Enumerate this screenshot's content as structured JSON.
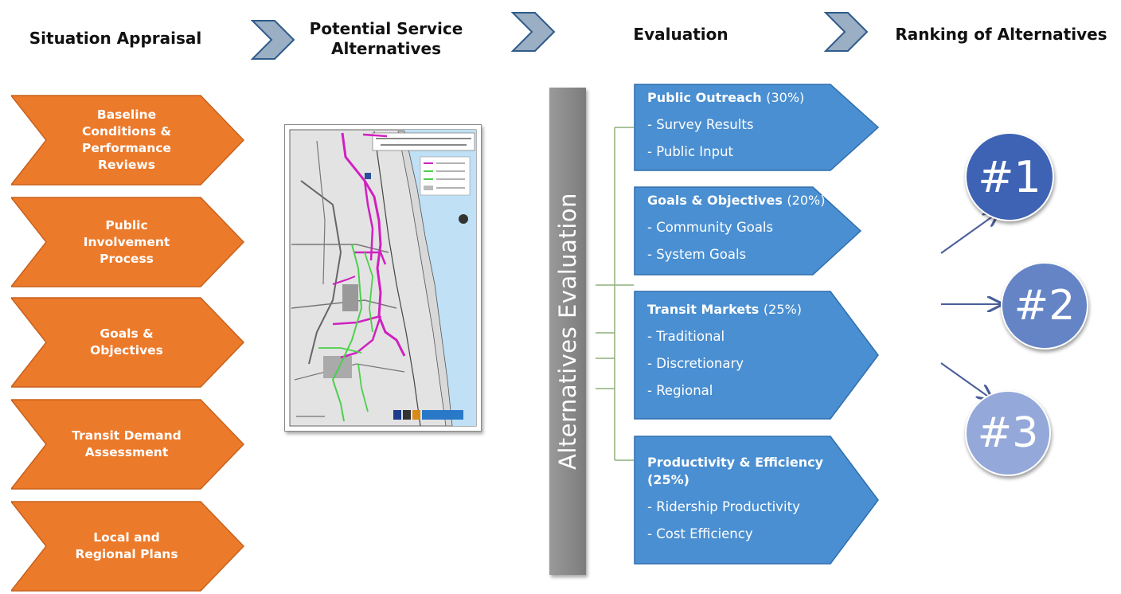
{
  "headers": {
    "situation": "Situation Appraisal",
    "potential_line1": "Potential Service",
    "potential_line2": "Alternatives",
    "evaluation": "Evaluation",
    "ranking": "Ranking of Alternatives"
  },
  "situation_steps": [
    {
      "line1": "Baseline",
      "line2": "Conditions &",
      "line3": "Performance",
      "line4": "Reviews"
    },
    {
      "line1": "Public",
      "line2": "Involvement",
      "line3": "Process"
    },
    {
      "line1": "Goals &",
      "line2": "Objectives"
    },
    {
      "line1": "Transit Demand",
      "line2": "Assessment"
    },
    {
      "line1": "Local and",
      "line2": "Regional Plans"
    }
  ],
  "vertical_bar_label": "Alternatives Evaluation",
  "criteria": [
    {
      "title": "Public Outreach",
      "pct": "(30%)",
      "items": [
        "- Survey Results",
        "- Public Input"
      ]
    },
    {
      "title": "Goals & Objectives",
      "pct": "(20%)",
      "items": [
        "- Community Goals",
        "- System Goals"
      ]
    },
    {
      "title": "Transit Markets",
      "pct": "(25%)",
      "items": [
        "- Traditional",
        "- Discretionary",
        "- Regional"
      ]
    },
    {
      "title": "Productivity & Efficiency",
      "pct": "(25%)",
      "items": [
        "- Ridership Productivity",
        "- Cost Efficiency"
      ]
    }
  ],
  "rankings": [
    "#1",
    "#2",
    "#3"
  ],
  "colors": {
    "orange": "#ec7a2b",
    "blue": "#4a8fd1",
    "rank1": "#3e63b4",
    "rank2": "#6484c6",
    "rank3": "#94a9d9",
    "chevron": "#9aaec4"
  }
}
